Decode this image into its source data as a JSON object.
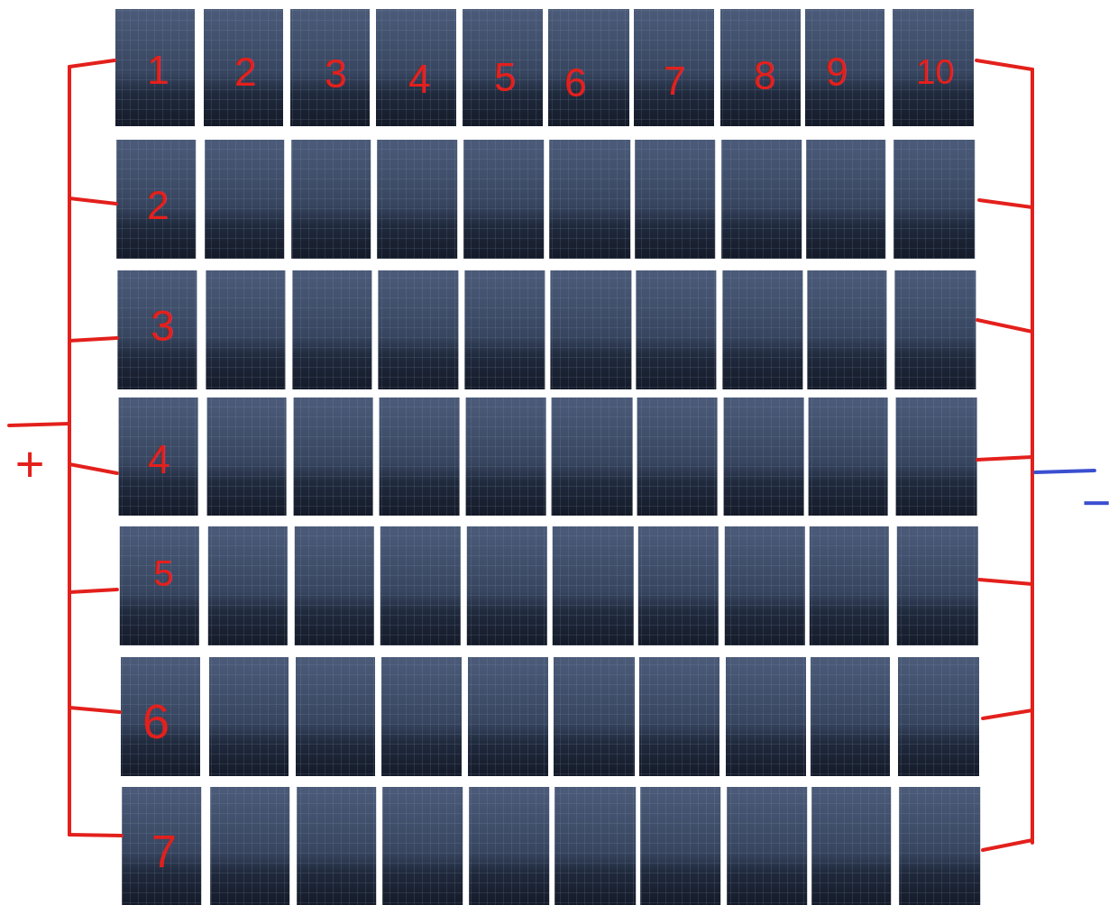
{
  "diagram": {
    "labels": [
      "1",
      "2",
      "3",
      "4",
      "5",
      "6",
      "7",
      "8",
      "9",
      "10",
      "2",
      "3",
      "4",
      "5",
      "6",
      "7",
      "+",
      "−"
    ]
  }
}
